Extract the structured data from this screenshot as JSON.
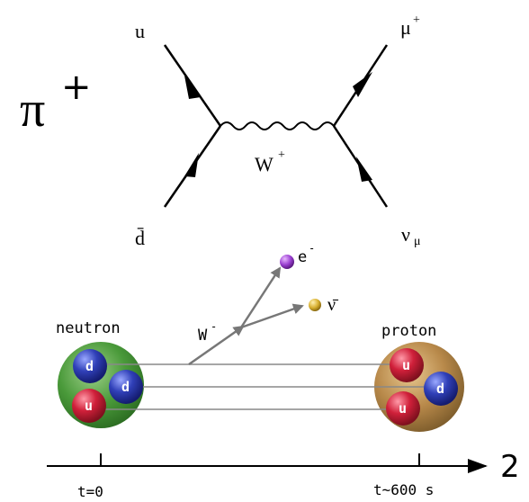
{
  "feynman": {
    "pion_symbol": "π",
    "pion_charge": "+",
    "incoming_top": "u",
    "incoming_bottom": "d̄",
    "boson": "W",
    "boson_charge": "+",
    "outgoing_top": "μ",
    "outgoing_top_charge": "+",
    "outgoing_bottom": "ν",
    "outgoing_bottom_sub": "μ"
  },
  "beta_decay": {
    "left_label": "neutron",
    "right_label": "proton",
    "boson_label": "W",
    "boson_charge": "-",
    "electron_label": "e",
    "electron_charge": "-",
    "antineutrino_label": "ν̄",
    "neutron_quarks": [
      "d",
      "d",
      "u"
    ],
    "proton_quarks": [
      "u",
      "d",
      "u"
    ],
    "time_start": "t=0",
    "time_end": "t~600 s",
    "axis_tail_digit": "2"
  },
  "colors": {
    "neutron_sphere": "#3f9a3a",
    "proton_sphere": "#b8894a",
    "quark_d": "#2f3fb0",
    "quark_u": "#d0203a",
    "electron": "#9a3fd0",
    "antineutrino": "#d8b030",
    "line": "#000000",
    "gray_line": "#888888"
  }
}
